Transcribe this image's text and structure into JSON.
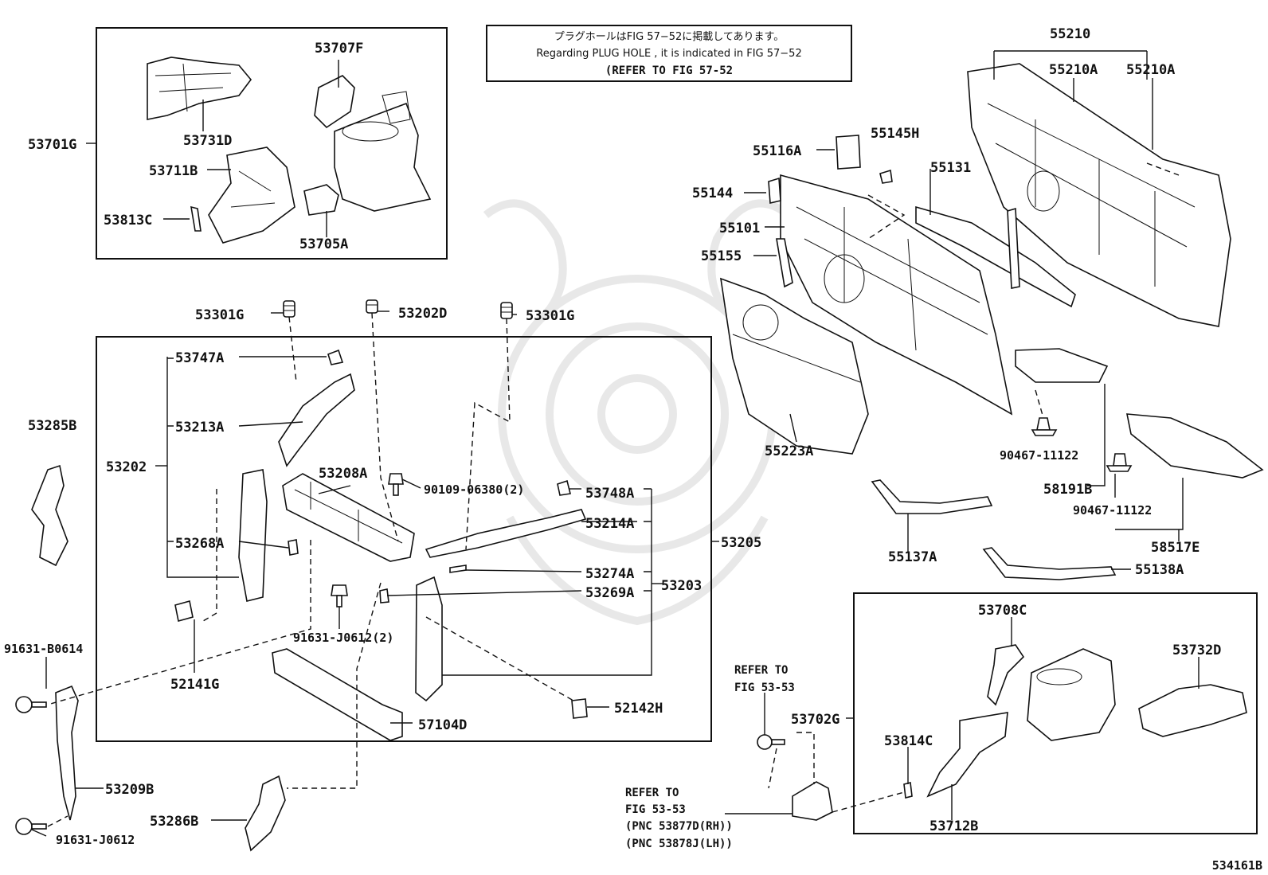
{
  "notes": {
    "plug_hole": {
      "line1": "プラグホールはFIG 57−52に掲載してあります。",
      "line2": "Regarding PLUG HOLE , it is indicated in FIG 57−52",
      "line3": "(REFER TO FIG 57-52"
    },
    "refer_fig_53_53_a": {
      "line1": "REFER TO",
      "line2": "FIG 53-53"
    },
    "refer_fig_53_53_b": {
      "line1": "REFER TO",
      "line2": "FIG 53-53",
      "line3": "(PNC 53877D(RH))",
      "line4": "(PNC 53878J(LH))"
    }
  },
  "diagram_id": "534161B",
  "labels": {
    "p53707F": "53707F",
    "p53731D": "53731D",
    "p53701G": "53701G",
    "p53711B": "53711B",
    "p53813C": "53813C",
    "p53705A": "53705A",
    "p55210": "55210",
    "p55210A_1": "55210A",
    "p55210A_2": "55210A",
    "p55116A": "55116A",
    "p55145H": "55145H",
    "p55131": "55131",
    "p55144": "55144",
    "p55101": "55101",
    "p55155": "55155",
    "p55223A": "55223A",
    "p90467_1": "90467-11122",
    "p58191B": "58191B",
    "p90467_2": "90467-11122",
    "p58517E": "58517E",
    "p55137A": "55137A",
    "p55138A": "55138A",
    "p53301G_1": "53301G",
    "p53202D": "53202D",
    "p53301G_2": "53301G",
    "p53747A": "53747A",
    "p53213A": "53213A",
    "p53202": "53202",
    "p53208A": "53208A",
    "p90109": "90109-06380(2)",
    "p53748A": "53748A",
    "p53214A": "53214A",
    "p53205": "53205",
    "p53268A": "53268A",
    "p53274A": "53274A",
    "p53269A": "53269A",
    "p53203": "53203",
    "p53285B": "53285B",
    "p91631_J0612_2": "91631-J0612(2)",
    "p91631_B0614": "91631-B0614",
    "p52141G": "52141G",
    "p52142H": "52142H",
    "p57104D": "57104D",
    "p53209B": "53209B",
    "p53286B": "53286B",
    "p91631_J0612": "91631-J0612",
    "p53708C": "53708C",
    "p53732D": "53732D",
    "p53702G": "53702G",
    "p53814C": "53814C",
    "p53712B": "53712B"
  }
}
